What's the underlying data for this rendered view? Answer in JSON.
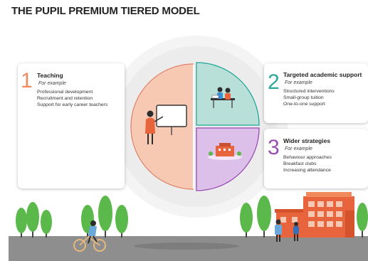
{
  "title": "THE PUPIL PREMIUM TIERED MODEL",
  "colors": {
    "tier1": "#f08a5d",
    "tier2": "#2ca89a",
    "tier3": "#9b4fb5",
    "tier1_fill": "#f7c8b2",
    "tier2_fill": "#b8e0d8",
    "tier3_fill": "#dcc0ea",
    "road": "#8e8e8e",
    "tree": "#5bb84a",
    "building": "#e8643c"
  },
  "tiers": [
    {
      "number": "1",
      "title": "Teaching",
      "subtitle": "For example",
      "items": [
        "Professional development",
        "Recruitment and retention",
        "Support for early career teachers"
      ]
    },
    {
      "number": "2",
      "title": "Targeted academic support",
      "subtitle": "For example",
      "items": [
        "Structured interventions",
        "Small-group tuition",
        "One-to-one support"
      ]
    },
    {
      "number": "3",
      "title": "Wider strategies",
      "subtitle": "For example",
      "items": [
        "Behaviour approaches",
        "Breakfast clubs",
        "Increasing attendance"
      ]
    }
  ]
}
